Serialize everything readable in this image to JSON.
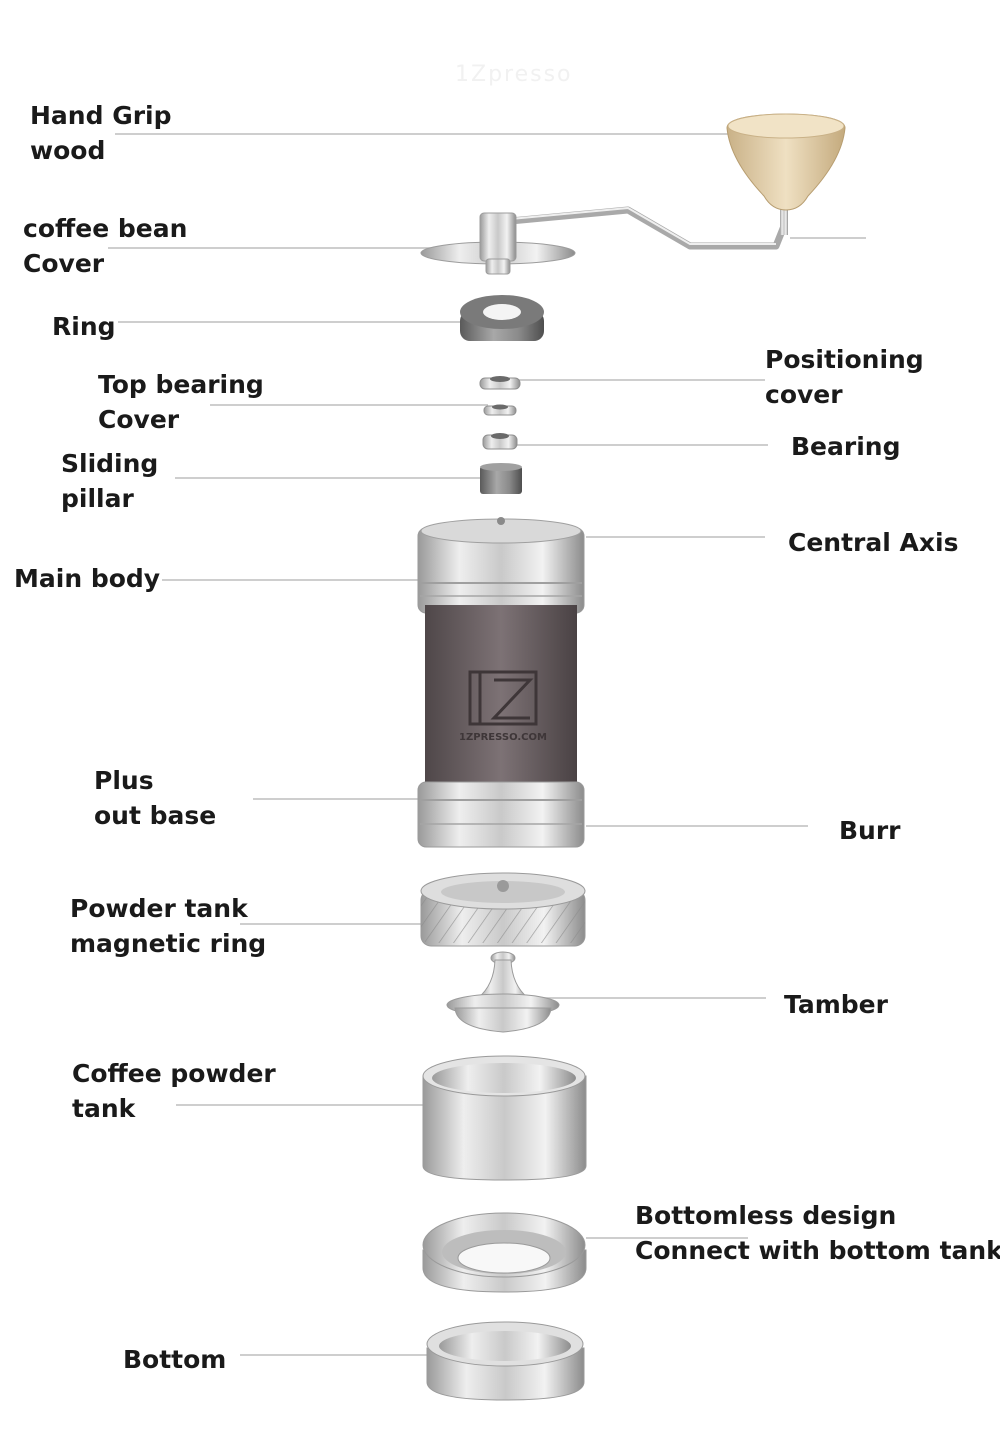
{
  "diagram": {
    "watermark": "1Zpresso",
    "logo_text": "1ZPRESSO.COM",
    "labels": {
      "hand_grip": [
        "Hand Grip",
        "wood"
      ],
      "coffee_bean_cover": [
        "coffee bean",
        "Cover"
      ],
      "ring": [
        "Ring"
      ],
      "top_bearing_cover": [
        "Top bearing",
        "Cover"
      ],
      "sliding_pillar": [
        "Sliding",
        "pillar"
      ],
      "main_body": [
        "Main body"
      ],
      "plus_out_base": [
        "Plus",
        "out base"
      ],
      "powder_tank_magnetic_ring": [
        "Powder tank",
        "magnetic ring"
      ],
      "coffee_powder_tank": [
        "Coffee powder",
        "tank"
      ],
      "bottom": [
        "Bottom"
      ],
      "positioning_cover": [
        "Positioning",
        "cover"
      ],
      "bearing": [
        "Bearing"
      ],
      "central_axis": [
        "Central Axis"
      ],
      "burr": [
        "Burr"
      ],
      "tamber": [
        "Tamber"
      ],
      "bottomless_design": [
        "Bottomless design",
        "Connect with bottom tank"
      ]
    },
    "colors": {
      "label_text": "#1a1a1a",
      "leader_line": "#bdbdbd",
      "metal_light": "#e6e6e6",
      "metal_dark": "#8f8f8f",
      "wood_handle": "#e2cfa8",
      "wood_wrap": "#6e6466"
    }
  }
}
